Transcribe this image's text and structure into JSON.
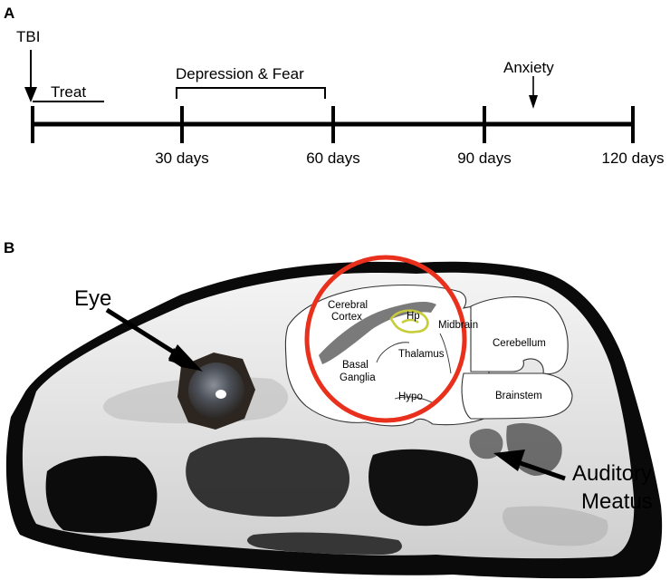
{
  "panel_a": {
    "letter": "A",
    "tbi_label": "TBI",
    "treat_label": "Treat",
    "depression_fear_label": "Depression & Fear",
    "anxiety_label": "Anxiety",
    "ticks": [
      "30 days",
      "60 days",
      "90 days",
      "120 days"
    ]
  },
  "panel_b": {
    "letter": "B",
    "eye_label": "Eye",
    "auditory_label_line1": "Auditory",
    "auditory_label_line2": "Meatus",
    "regions": {
      "cerebral_cortex_1": "Cerebral",
      "cerebral_cortex_2": "Cortex",
      "hp": "Hp",
      "midbrain": "Midbrain",
      "cerebellum": "Cerebellum",
      "thalamus": "Thalamus",
      "basal_ganglia_1": "Basal",
      "basal_ganglia_2": "Ganglia",
      "hypo": "Hypo",
      "brainstem": "Brainstem"
    },
    "highlight_color": "#e8301c",
    "hippocampus_color": "#c8cc3a"
  }
}
